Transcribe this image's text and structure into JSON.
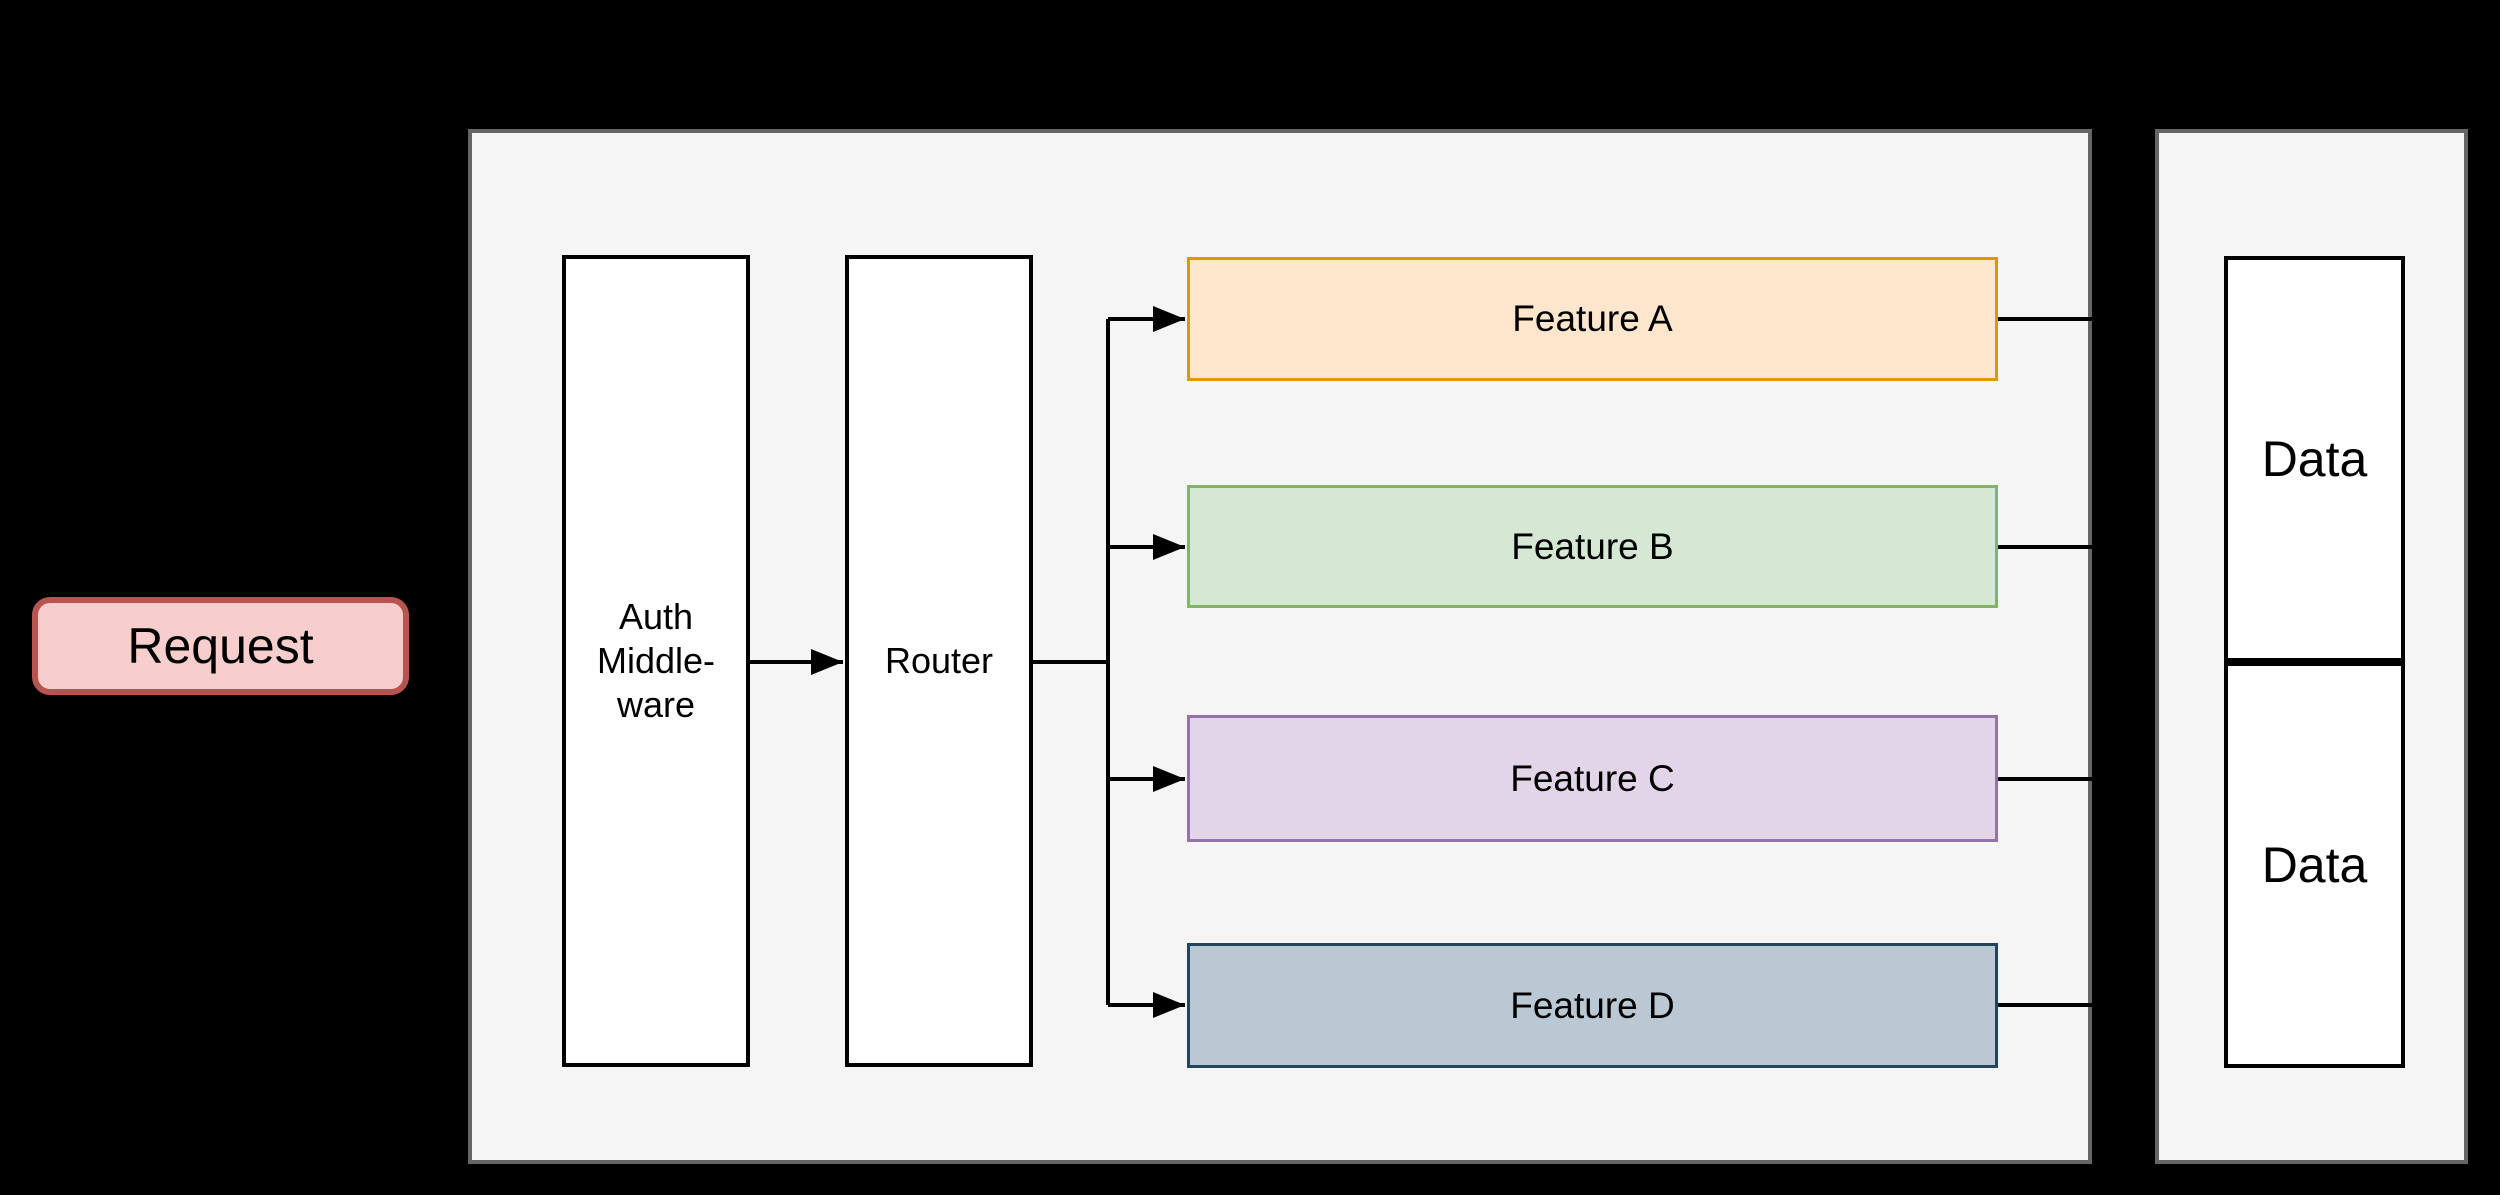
{
  "diagram": {
    "background_color": "#000000",
    "edge_color": "#000000",
    "containers": {
      "gateway": {
        "name": "gateway-container",
        "fill": "#f5f5f5",
        "stroke": "#666666"
      },
      "datastore": {
        "name": "datastore-container",
        "fill": "#f5f5f5",
        "stroke": "#666666"
      }
    },
    "nodes": {
      "request": {
        "label": "Request",
        "fill": "#f8cecc",
        "stroke": "#b85450"
      },
      "auth": {
        "label_lines": [
          "Auth",
          "Middle-",
          "ware"
        ],
        "fill": "#ffffff",
        "stroke": "#000000"
      },
      "router": {
        "label": "Router",
        "fill": "#ffffff",
        "stroke": "#000000"
      },
      "feature_a": {
        "label": "Feature A",
        "fill": "#ffe6cc",
        "stroke": "#d79b00"
      },
      "feature_b": {
        "label": "Feature B",
        "fill": "#d5e8d4",
        "stroke": "#82b366"
      },
      "feature_c": {
        "label": "Feature C",
        "fill": "#e1d5e7",
        "stroke": "#9673a6"
      },
      "feature_d": {
        "label": "Feature D",
        "fill": "#bac8d3",
        "stroke": "#23445d"
      },
      "data_top": {
        "label": "Data",
        "fill": "#ffffff",
        "stroke": "#000000"
      },
      "data_bottom": {
        "label": "Data",
        "fill": "#ffffff",
        "stroke": "#000000"
      }
    },
    "edges": [
      {
        "from": "auth",
        "to": "router",
        "arrow": true
      },
      {
        "from": "router",
        "to": "feature_a",
        "arrow": true
      },
      {
        "from": "router",
        "to": "feature_b",
        "arrow": true
      },
      {
        "from": "router",
        "to": "feature_c",
        "arrow": true
      },
      {
        "from": "router",
        "to": "feature_d",
        "arrow": true
      },
      {
        "from": "feature_a",
        "to": "datastore",
        "arrow": false
      },
      {
        "from": "feature_b",
        "to": "datastore",
        "arrow": false
      },
      {
        "from": "feature_c",
        "to": "datastore",
        "arrow": false
      },
      {
        "from": "feature_d",
        "to": "datastore",
        "arrow": false
      }
    ]
  }
}
